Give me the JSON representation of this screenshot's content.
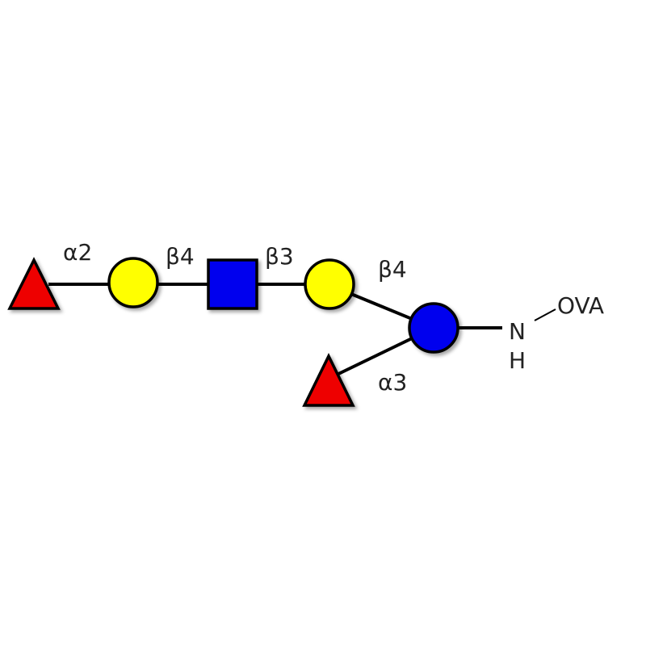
{
  "colors": {
    "fucose": "#ee0000",
    "galactose": "#ffff00",
    "glcnac": "#0000ee",
    "glucose": "#0000ee"
  },
  "residues": [
    {
      "name": "fucose-terminal",
      "shape": "triangle",
      "color": "#ee0000"
    },
    {
      "name": "galactose-1",
      "shape": "circle",
      "color": "#ffff00"
    },
    {
      "name": "glcnac",
      "shape": "square",
      "color": "#0000ee"
    },
    {
      "name": "galactose-2",
      "shape": "circle",
      "color": "#ffff00"
    },
    {
      "name": "glucose-reducing",
      "shape": "circle",
      "color": "#0000ee"
    },
    {
      "name": "fucose-branch",
      "shape": "triangle",
      "color": "#ee0000"
    }
  ],
  "linkages": {
    "l1": "α2",
    "l2": "β4",
    "l3": "β3",
    "l4": "β4",
    "l5": "α3"
  },
  "aglycone": {
    "n": "N",
    "h": "H",
    "ova": "OVA"
  }
}
